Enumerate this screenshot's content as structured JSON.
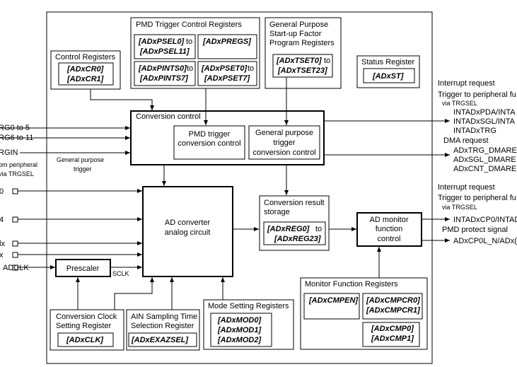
{
  "pmd_trigger_regs": {
    "title": "PMD Trigger Control Registers",
    "psel_a": "[ADxPSEL0]",
    "psel_to": "to",
    "psel_b": "[ADxPSEL11]",
    "pregs": "[ADxPREGS]",
    "pints_a": "[ADxPINTS0]",
    "pints_to": "to",
    "pints_b": "[ADxPINTS7]",
    "pset_a": "[ADxPSET0]",
    "pset_to": "to",
    "pset_b": "[ADxPSET7]"
  },
  "general_regs": {
    "line1": "General Purpose",
    "line2": "Start-up Factor",
    "line3": "Program Registers",
    "tset_a": "[ADxTSET0]",
    "tset_to": "to",
    "tset_b": "[ADxTSET23]"
  },
  "control_regs": {
    "title": "Control Registers",
    "cr0": "[ADxCR0]",
    "cr1": "[ADxCR1]"
  },
  "status_reg": {
    "title": "Status Register",
    "st": "[ADxST]"
  },
  "conversion_control": {
    "title": "Conversion control",
    "pmd_line1": "PMD trigger",
    "pmd_line2": "conversion control",
    "gp_line1": "General purpose",
    "gp_line2": "trigger",
    "gp_line3": "conversion control"
  },
  "left_inputs": {
    "trg_a": "RG0 to 5",
    "trg_b": "RG6 to 11",
    "trgin": "RGIN",
    "from_line1": "om peripheral",
    "from_line2": "via TRGSEL",
    "gp_trigger_line1": "General purpose",
    "gp_trigger_line2": "trigger",
    "pin_a": "0",
    "pin_b": "4",
    "pin_c": "lx",
    "pin_d": "x",
    "adclk": "ADCLK"
  },
  "ad_converter": {
    "line1": "AD converter",
    "line2": "analog circuit"
  },
  "prescaler": {
    "label": "Prescaler",
    "sclk": "SCLK"
  },
  "result_storage": {
    "line1": "Conversion result",
    "line2": "storage",
    "reg_a": "[ADxREG0]",
    "reg_to": "to",
    "reg_b": "[ADxREG23]"
  },
  "ad_monitor": {
    "line1": "AD monitor",
    "line2": "function",
    "line3": "control"
  },
  "monitor_regs": {
    "title": "Monitor Function Registers",
    "cmpen": "[ADxCMPEN]",
    "cmpcr0": "[ADxCMPCR0]",
    "cmpcr1": "[ADxCMPCR1]",
    "cmp0": "[ADxCMP0]",
    "cmp1": "[ADxCMP1]"
  },
  "clock_regs": {
    "line1": "Conversion Clock",
    "line2": "Setting Register",
    "reg": "[ADxCLK]"
  },
  "sampling_regs": {
    "line1": "AIN Sampling Time",
    "line2": "Selection Register",
    "reg": "[ADxEXAZSEL]"
  },
  "mode_regs": {
    "title": "Mode Setting Registers",
    "mod0": "[ADxMOD0]",
    "mod1": "[ADxMOD1]",
    "mod2": "[ADxMOD2]"
  },
  "right_outputs": {
    "irq1": "Interrupt request",
    "trg1_line1": "Trigger to peripheral fu",
    "trg1_line2": "via TRGSEL",
    "intpda": "INTADxPDA/INTA",
    "intsgl": "INTADxSGL/INTA",
    "inttrg": "INTADxTRG",
    "dma": "DMA request",
    "trgdma": "ADxTRG_DMARE",
    "sgldma": "ADxSGL_DMARE",
    "cntdma": "ADxCNT_DMARE",
    "irq2": "Interrupt request",
    "trg2_line1": "Trigger to peripheral fu",
    "trg2_line2": "via TRGSEL",
    "intcp": "INTADxCP0/INTAD",
    "pmd_protect": "PMD protect signal",
    "cp0l": "ADxCP0L_N/ADx("
  }
}
